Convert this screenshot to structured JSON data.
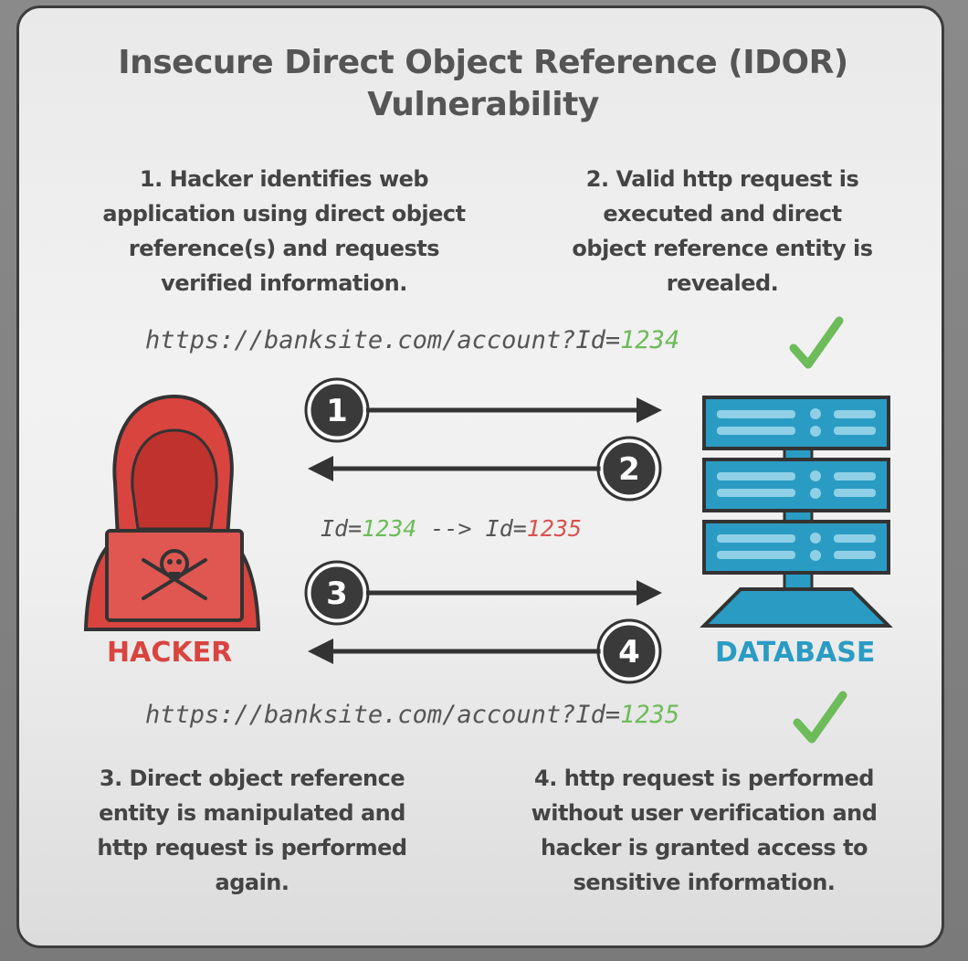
{
  "title": {
    "line1": "Insecure Direct Object Reference (IDOR)",
    "line2": "Vulnerability"
  },
  "steps": {
    "s1": [
      "1. Hacker identifies web",
      "application using direct object",
      "reference(s) and requests",
      "verified information."
    ],
    "s2": [
      "2. Valid http request is",
      "executed and direct",
      "object reference entity is",
      "revealed."
    ],
    "s3": [
      "3. Direct object reference",
      "entity is manipulated and",
      "http request is performed",
      "again."
    ],
    "s4": [
      "4. http request is performed",
      "without user verification and",
      "hacker is granted access to",
      "sensitive information."
    ]
  },
  "urls": {
    "top": {
      "prefix": "https://banksite.com/account?Id=",
      "id": "1234"
    },
    "bottom": {
      "prefix": "https://banksite.com/account?Id=",
      "id": "1235"
    }
  },
  "idswap": {
    "a_label": "Id=",
    "a_id": "1234",
    "arrow": " --> ",
    "b_label": "Id=",
    "b_id": "1235"
  },
  "arrows": {
    "n1": "1",
    "n2": "2",
    "n3": "3",
    "n4": "4"
  },
  "labels": {
    "hacker": "HACKER",
    "database": "DATABASE"
  },
  "colors": {
    "hacker": "#d9443f",
    "database": "#2a9cc4",
    "check": "#6dbb5a",
    "dark": "#333333"
  },
  "icons": {
    "hacker": "hooded-hacker-icon",
    "database": "server-database-icon",
    "check": "check-icon"
  }
}
